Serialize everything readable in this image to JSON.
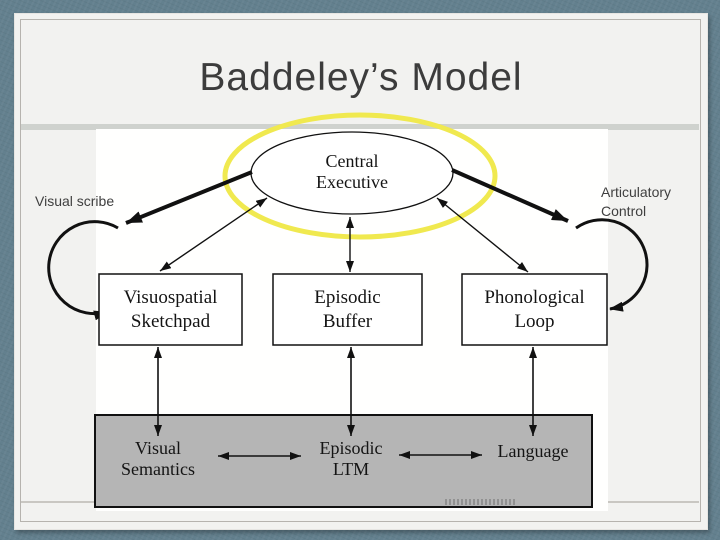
{
  "slide": {
    "title": "Baddeley’s Model",
    "labels": {
      "left": "Visual scribe",
      "right_line1": "Articulatory",
      "right_line2": "Control"
    }
  },
  "diagram": {
    "central_executive": {
      "line1": "Central",
      "line2": "Executive"
    },
    "boxes": [
      {
        "line1": "Visuospatial",
        "line2": "Sketchpad"
      },
      {
        "line1": "Episodic",
        "line2": "Buffer"
      },
      {
        "line1": "Phonological",
        "line2": "Loop"
      }
    ],
    "ltm_box": {
      "items": [
        {
          "line1": "Visual",
          "line2": "Semantics"
        },
        {
          "line1": "Episodic",
          "line2": "LTM"
        },
        {
          "line1": "Language"
        }
      ]
    },
    "colors": {
      "highlight_ring": "#f0e94f",
      "ltm_fill": "#b5b5b5",
      "frame": "#63808e"
    }
  }
}
